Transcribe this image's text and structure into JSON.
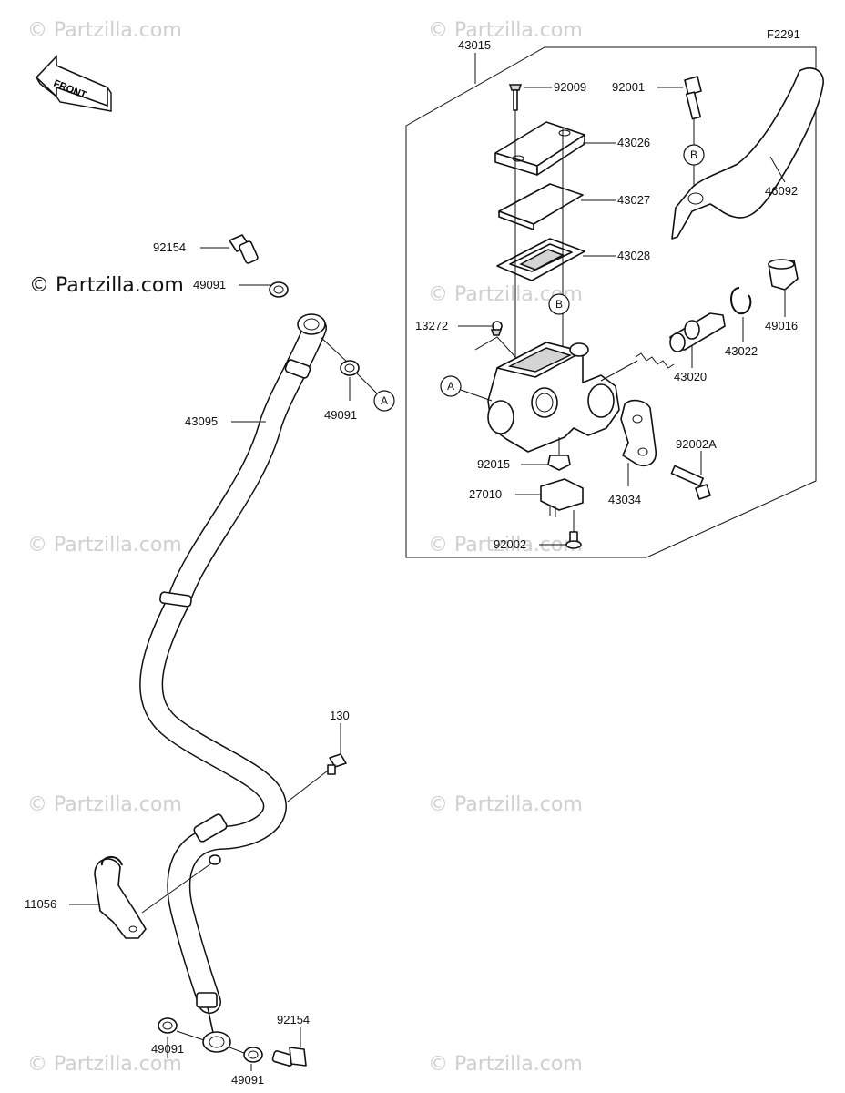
{
  "diagram_code": "F2291",
  "front_label": "FRONT",
  "copyright": "© Partzilla.com",
  "watermark": "© Partzilla.com",
  "callouts": {
    "a": "A",
    "b": "B"
  },
  "parts": {
    "p43015": "43015",
    "p92009": "92009",
    "p92001": "92001",
    "p43026": "43026",
    "p43027": "43027",
    "p43028": "43028",
    "p46092": "46092",
    "p13272": "13272",
    "p43020": "43020",
    "p43022": "43022",
    "p49016": "49016",
    "p92015": "92015",
    "p92002A": "92002A",
    "p27010": "27010",
    "p43034": "43034",
    "p92002": "92002",
    "p92154_top": "92154",
    "p49091_top": "49091",
    "p49091_mid": "49091",
    "p43095": "43095",
    "p130": "130",
    "p11056": "11056",
    "p92154_bot": "92154",
    "p49091_bl": "49091",
    "p49091_br": "49091"
  }
}
